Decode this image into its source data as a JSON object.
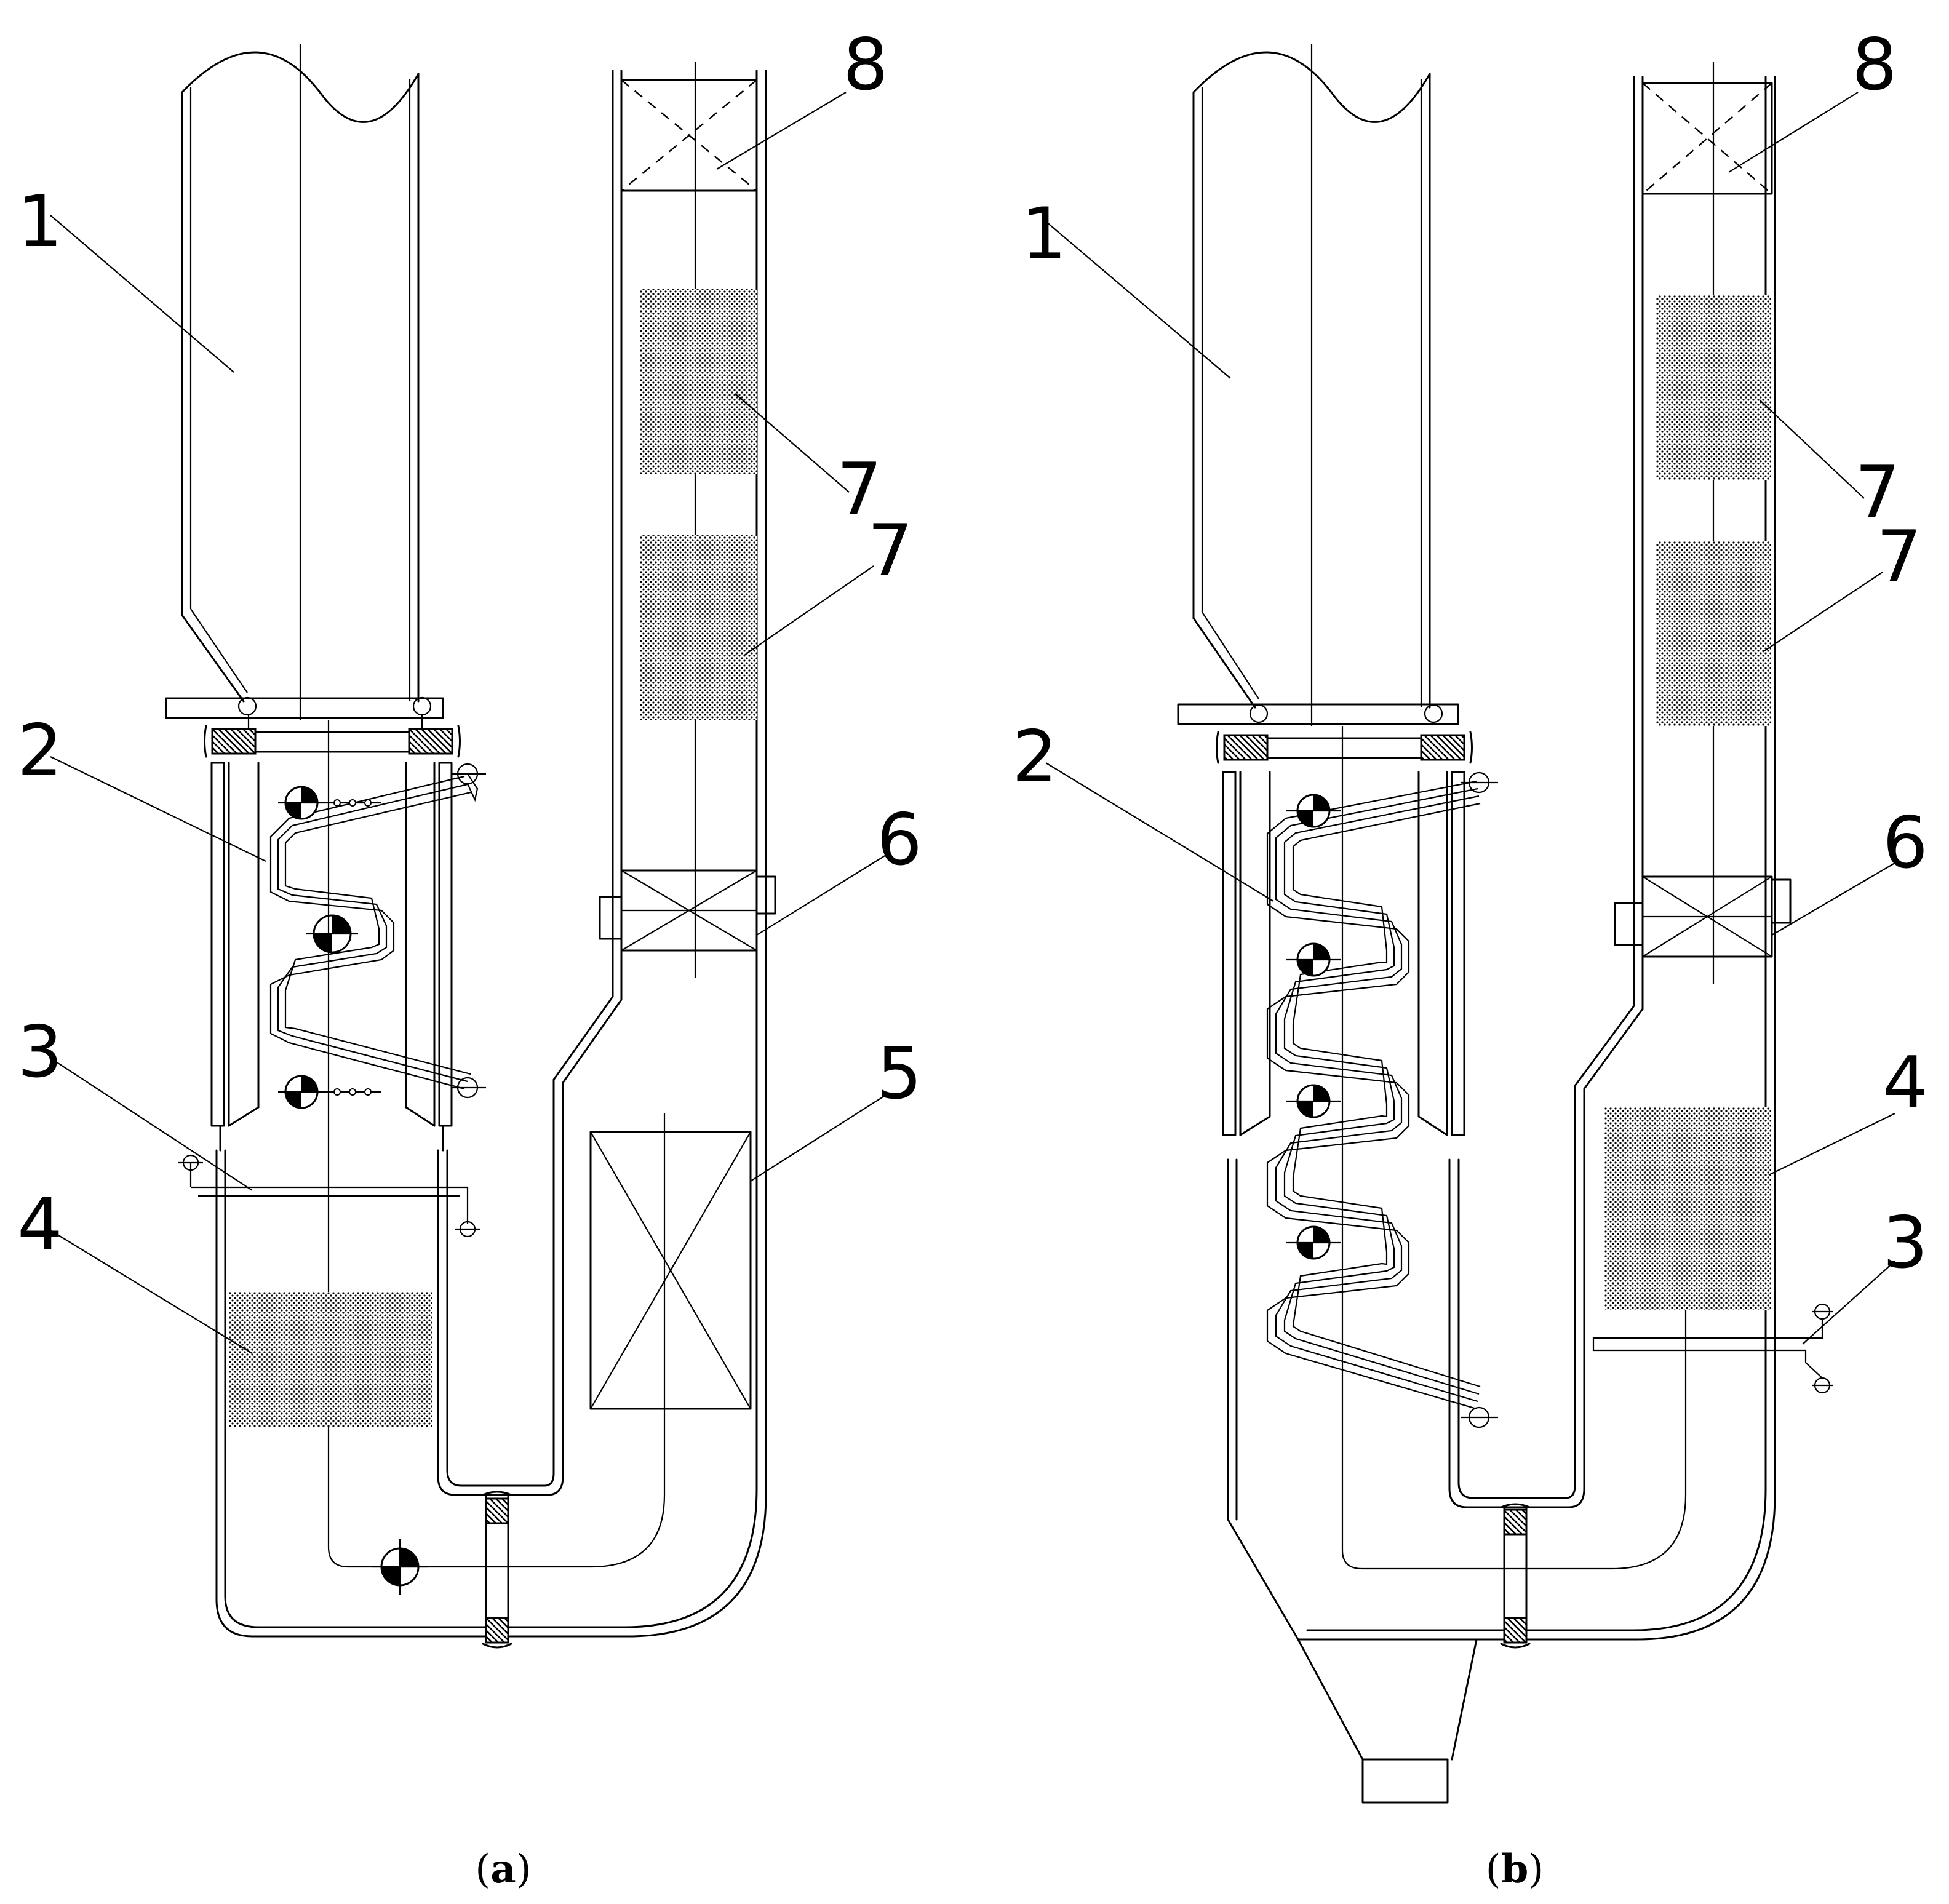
{
  "panels": [
    {
      "id": "a",
      "caption_open": "(",
      "caption_letter": "a",
      "caption_close": ")",
      "callouts": [
        "1",
        "2",
        "3",
        "4",
        "5",
        "6",
        "7",
        "7",
        "8"
      ]
    },
    {
      "id": "b",
      "caption_open": "(",
      "caption_letter": "b",
      "caption_close": ")",
      "callouts": [
        "1",
        "2",
        "3",
        "4",
        "6",
        "7",
        "7",
        "8"
      ]
    }
  ],
  "colors": {
    "stroke": "#000000",
    "background": "#ffffff"
  }
}
